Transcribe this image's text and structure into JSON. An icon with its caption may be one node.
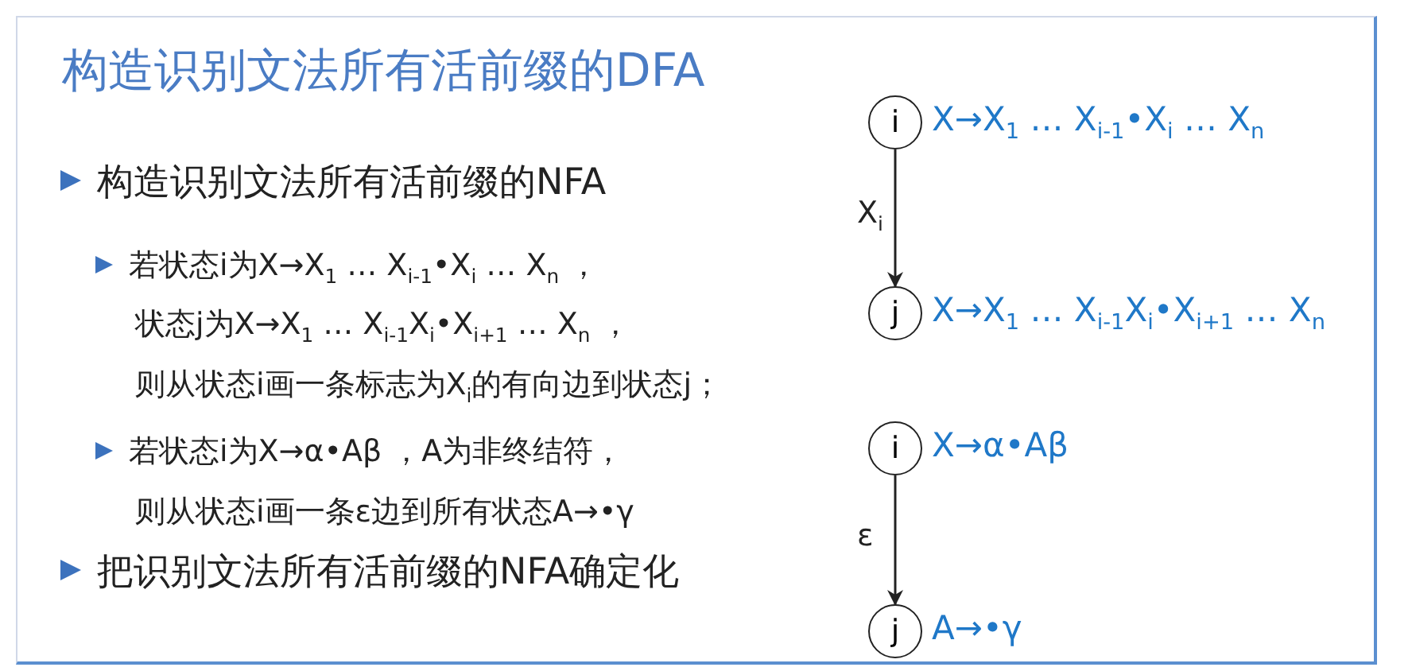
{
  "diagram": {
    "title": "构造识别文法所有活前缀的DFA",
    "nodes": [
      {
        "text": [
          "i"
        ],
        "beside": [
          "X→X$_{1}$ … X$_{i-1}$•X$_{i}$ … X$_{n}$"
        ]
      },
      {
        "text": [
          "j"
        ],
        "beside": [
          "X→X$_{1}$ … X$_{i-1}$X$_{i}$•X$_{i+1}$ … X$_{n}$"
        ]
      },
      {
        "text": [
          "i"
        ],
        "beside": [
          "X→α•Aβ"
        ]
      },
      {
        "text": [
          "j"
        ],
        "beside": [
          "A→•γ"
        ]
      }
    ],
    "edges": [
      {
        "from": 0,
        "to": 1,
        "arrow": "to",
        "label": "X$_{i}$"
      },
      {
        "from": 2,
        "to": 3,
        "arrow": "to",
        "label": "ε"
      }
    ],
    "labels": [
      "构造识别文法所有活前缀的NFA",
      "若状态i为X→X$_{1}$ … X$_{i-1}$•X$_{i}$ … X$_{n}$ ，",
      "状态j为X→X$_{1}$ … X$_{i-1}$X$_{i}$•X$_{i+1}$ … X$_{n}$ ，",
      "则从状态i画一条标志为X$_{i}$的有向边到状态j；",
      "若状态i为X→α•Aβ ，A为非终结符，",
      "则从状态i画一条ε边到所有状态A→•γ",
      "把识别文法所有活前缀的NFA确定化"
    ]
  }
}
